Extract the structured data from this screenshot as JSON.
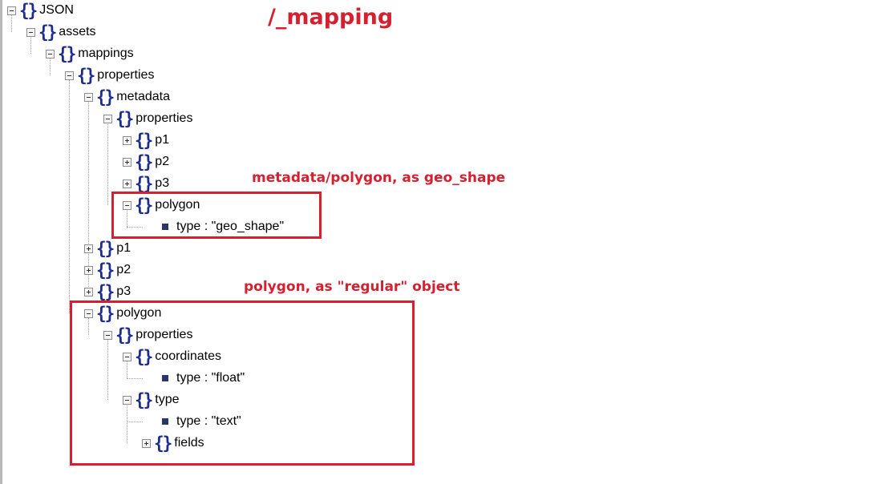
{
  "title": "/_mapping",
  "annotations": {
    "metadata_polygon": "metadata/polygon, as geo_shape",
    "regular_polygon": "polygon, as \"regular\" object"
  },
  "tree": {
    "json": "JSON",
    "assets": "assets",
    "mappings": "mappings",
    "properties": "properties",
    "metadata": {
      "label": "metadata",
      "properties": "properties",
      "p1": "p1",
      "p2": "p2",
      "p3": "p3",
      "polygon": "polygon",
      "polygon_type": "type : \"geo_shape\""
    },
    "p1": "p1",
    "p2": "p2",
    "p3": "p3",
    "polygon": {
      "label": "polygon",
      "properties": "properties",
      "coordinates": "coordinates",
      "coordinates_type": "type : \"float\"",
      "type": "type",
      "type_type": "type : \"text\"",
      "fields": "fields"
    }
  },
  "icons": {
    "object": "brace-icon",
    "leaf": "square-bullet-icon",
    "collapse": "minus-box-icon",
    "expand": "plus-box-icon"
  },
  "colors": {
    "annotation": "#d4202f",
    "brace": "#1f2c8f",
    "leaf_bullet": "#2b3567"
  }
}
